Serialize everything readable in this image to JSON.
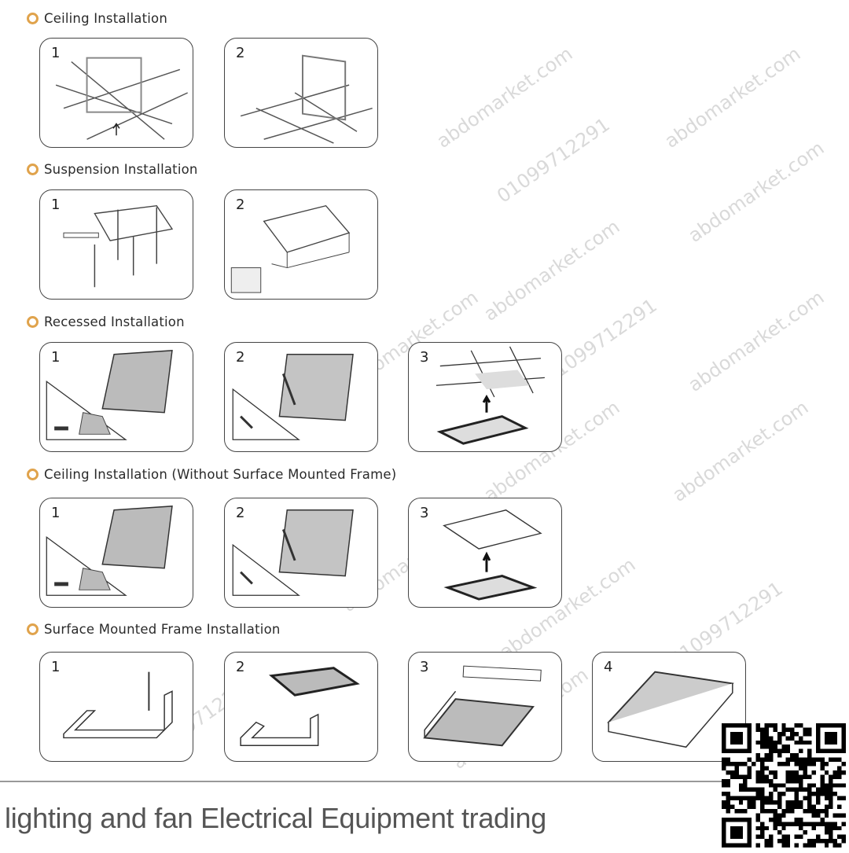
{
  "sections": [
    {
      "title": "Ceiling Installation",
      "steps": [
        "1",
        "2"
      ]
    },
    {
      "title": "Suspension Installation",
      "steps": [
        "1",
        "2"
      ]
    },
    {
      "title": "Recessed Installation",
      "steps": [
        "1",
        "2",
        "3"
      ]
    },
    {
      "title": "Ceiling Installation (Without Surface Mounted Frame)",
      "steps": [
        "1",
        "2",
        "3"
      ]
    },
    {
      "title": "Surface Mounted Frame Installation",
      "steps": [
        "1",
        "2",
        "3",
        "4"
      ]
    }
  ],
  "footer": {
    "text": "lighting and fan Electrical Equipment trading"
  },
  "watermark": {
    "site": "abdomarket.com",
    "phone": "01099712291"
  },
  "colors": {
    "bullet": "#e0a34c",
    "line": "#444444"
  }
}
